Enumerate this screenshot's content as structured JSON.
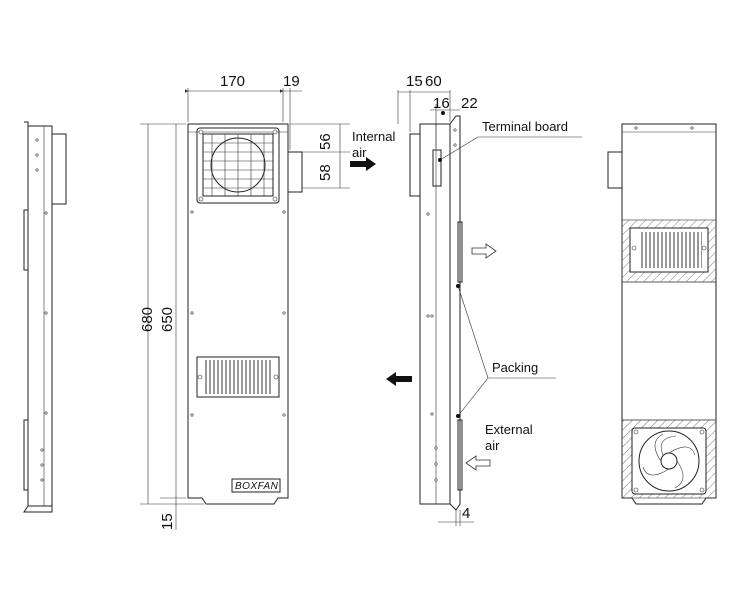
{
  "dimensions": {
    "width_top": "170",
    "flange_top": "19",
    "height_total": "680",
    "height_inner": "650",
    "bottom_offset": "15",
    "fan_upper": "56",
    "fan_lower": "58",
    "side_a": "15",
    "side_b": "60",
    "side_c": "16",
    "side_d": "22",
    "side_bottom": "4"
  },
  "labels": {
    "internal_air_line1": "Internal",
    "internal_air_line2": "air",
    "terminal_board": "Terminal board",
    "packing": "Packing",
    "external_air_line1": "External",
    "external_air_line2": "air",
    "brand": "BOXFAN"
  },
  "colors": {
    "line": "#222222",
    "hatch": "#555555"
  }
}
